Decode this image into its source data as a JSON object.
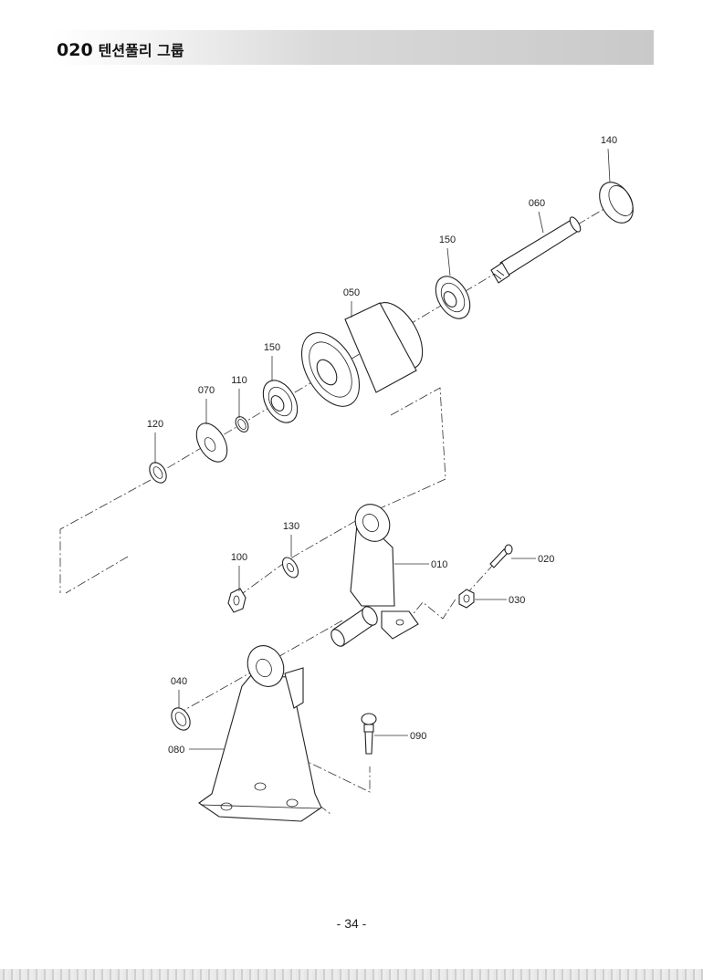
{
  "header": {
    "code": "020",
    "title": "텐션풀리 그룹"
  },
  "callouts": {
    "c140": "140",
    "c060": "060",
    "c150a": "150",
    "c050": "050",
    "c150b": "150",
    "c110": "110",
    "c070": "070",
    "c120": "120",
    "c130": "130",
    "c100": "100",
    "c010": "010",
    "c020": "020",
    "c030": "030",
    "c040": "040",
    "c080": "080",
    "c090": "090"
  },
  "footer": {
    "page_number": "- 34 -"
  }
}
